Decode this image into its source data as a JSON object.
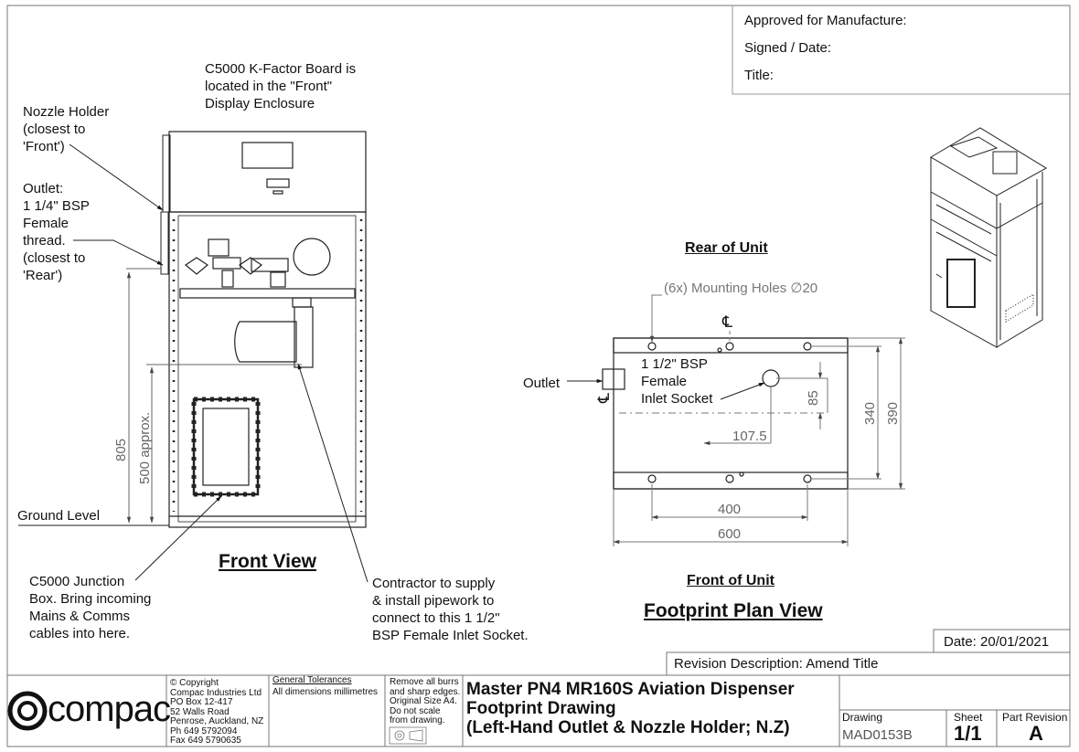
{
  "approval": {
    "approved": "Approved for Manufacture:",
    "signed": "Signed / Date:",
    "title": "Title:"
  },
  "front_view": {
    "title": "Front View",
    "k_factor_note": [
      "C5000 K-Factor Board is",
      "located in the \"Front\"",
      "Display Enclosure"
    ],
    "nozzle_note": [
      "Nozzle Holder",
      "(closest to",
      "'Front')"
    ],
    "outlet_note": [
      "Outlet:",
      "1 1/4\" BSP",
      "Female",
      "thread.",
      "(closest to",
      "'Rear')"
    ],
    "ground_level": "Ground Level",
    "dim_805": "805",
    "dim_500": "500 approx.",
    "junction_note": [
      "C5000 Junction",
      "Box. Bring incoming",
      "Mains & Comms",
      "cables into here."
    ],
    "contractor_note": [
      "Contractor  to supply",
      "& install pipework to",
      "connect to this 1 1/2\"",
      "BSP Female Inlet Socket."
    ]
  },
  "plan_view": {
    "title": "Footprint Plan View",
    "rear": "Rear of Unit",
    "front": "Front of Unit",
    "mounting_holes": "(6x) Mounting Holes ∅20",
    "outlet": "Outlet",
    "inlet_note": [
      "1 1/2\" BSP",
      "Female",
      "Inlet Socket"
    ],
    "cl": "℄",
    "dim_107": "107.5",
    "dim_85": "85",
    "dim_340": "340",
    "dim_390": "390",
    "dim_400": "400",
    "dim_600": "600"
  },
  "revision": {
    "date": "Date: 20/01/2021",
    "description": "Revision Description: Amend Title"
  },
  "title_block": {
    "logo": "compac",
    "company": [
      "© Copyright",
      "Compac Industries Ltd",
      "PO Box 12-417",
      "52 Walls Road",
      "Penrose, Auckland, NZ",
      "Ph 649 5792094",
      "Fax 649 5790635"
    ],
    "tolerances_heading": "General Tolerances",
    "tolerances": "All dimensions millimetres",
    "notes": [
      "Remove all burrs",
      "and sharp edges.",
      "Original Size A4.",
      "Do not scale",
      "from drawing."
    ],
    "drawing_title": [
      "Master PN4 MR160S Aviation Dispenser",
      "Footprint Drawing",
      "(Left-Hand Outlet & Nozzle Holder; N.Z)"
    ],
    "drawing_label": "Drawing",
    "drawing_number": "MAD0153B",
    "sheet_label": "Sheet",
    "sheet_value": "1/1",
    "part_revision_label": "Part Revision",
    "part_revision_value": "A"
  }
}
